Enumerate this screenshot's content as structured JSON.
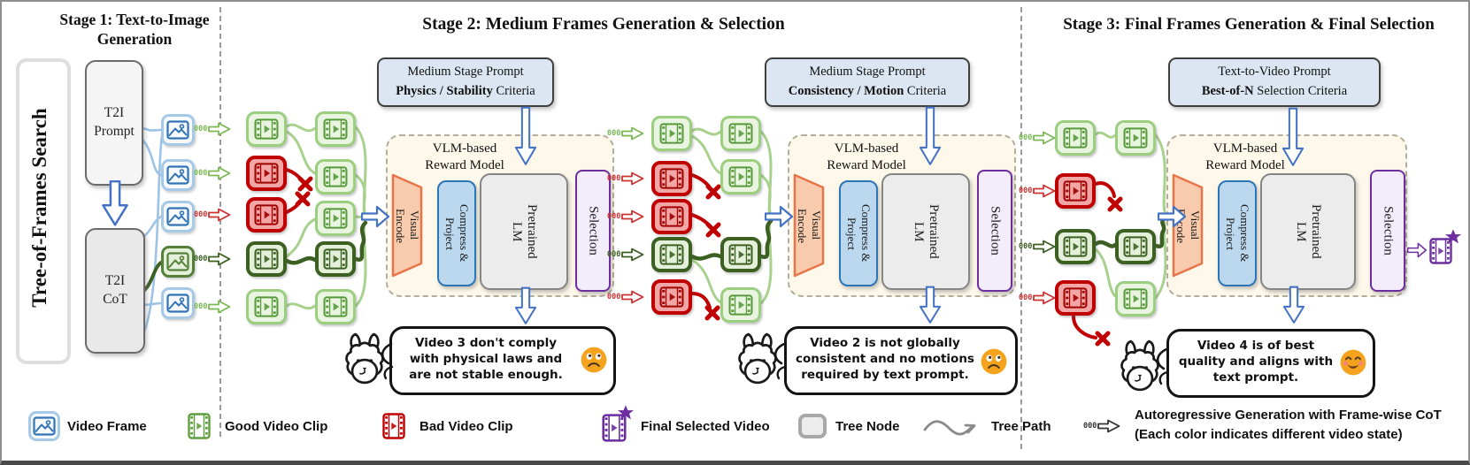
{
  "colors": {
    "good_clip_border": "#9bce7e",
    "good_clip_fill": "#e9f4e1",
    "selected_clip_border": "#3c5f22",
    "bad_clip_border": "#c00000",
    "bad_clip_fill": "#f3a6a6",
    "frame_border": "#a7c9e8",
    "frame_glyph": "#3173b5",
    "arrow_blue": "#4472c4",
    "purple": "#6d2fa0",
    "prompt_fill": "#dce6f2",
    "reward_fill": "#fdf8e9",
    "visual_encode_fill": "#f8cbad",
    "visual_encode_border": "#e8744a",
    "compress_fill": "#bcd8ee",
    "compress_border": "#2e75b6",
    "lm_fill": "#ececec",
    "selection_fill": "#f3ecfa"
  },
  "tof": {
    "label": "Tree-of-Frames Search"
  },
  "stage1": {
    "title": "Stage 1: Text-to-Image\nGeneration",
    "t2i_prompt": "T2I\nPrompt",
    "t2i_cot": "T2I\nCoT"
  },
  "stage2": {
    "title": "Stage 2: Medium Frames Generation & Selection",
    "prompt1": {
      "line1": "Medium Stage Prompt",
      "bold": "Physics / Stability",
      "rest": " Criteria"
    },
    "prompt2": {
      "line1": "Medium Stage Prompt",
      "bold": "Consistency / Motion",
      "rest": " Criteria"
    },
    "bubble1": "Video 3 don't comply\nwith physical laws and\nare not stable enough.",
    "bubble2": "Video 2 is not globally\nconsistent and no motions\nrequired by text prompt."
  },
  "stage3": {
    "title": "Stage 3: Final Frames Generation & Final Selection",
    "prompt3": {
      "line1": "Text-to-Video Prompt",
      "bold": "Best-of-N",
      "rest": " Selection Criteria"
    },
    "bubble3": "Video 4 is of best\nquality and aligns with\ntext prompt."
  },
  "reward_model": {
    "label": "VLM-based\nReward Model",
    "visual_encode": "Visual\nEncode",
    "compress": "Compress &\nProject",
    "pretrained_lm": "Pretrained\nLM",
    "selection": "Selection"
  },
  "gen_zeros": "000",
  "legend": {
    "video_frame": "Video Frame",
    "good_clip": "Good Video Clip",
    "bad_clip": "Bad Video Clip",
    "final_video": "Final Selected Video",
    "tree_node": "Tree Node",
    "tree_path": "Tree Path",
    "autoregressive": "Autoregressive Generation with Frame-wise CoT\n(Each color indicates different video state)"
  }
}
